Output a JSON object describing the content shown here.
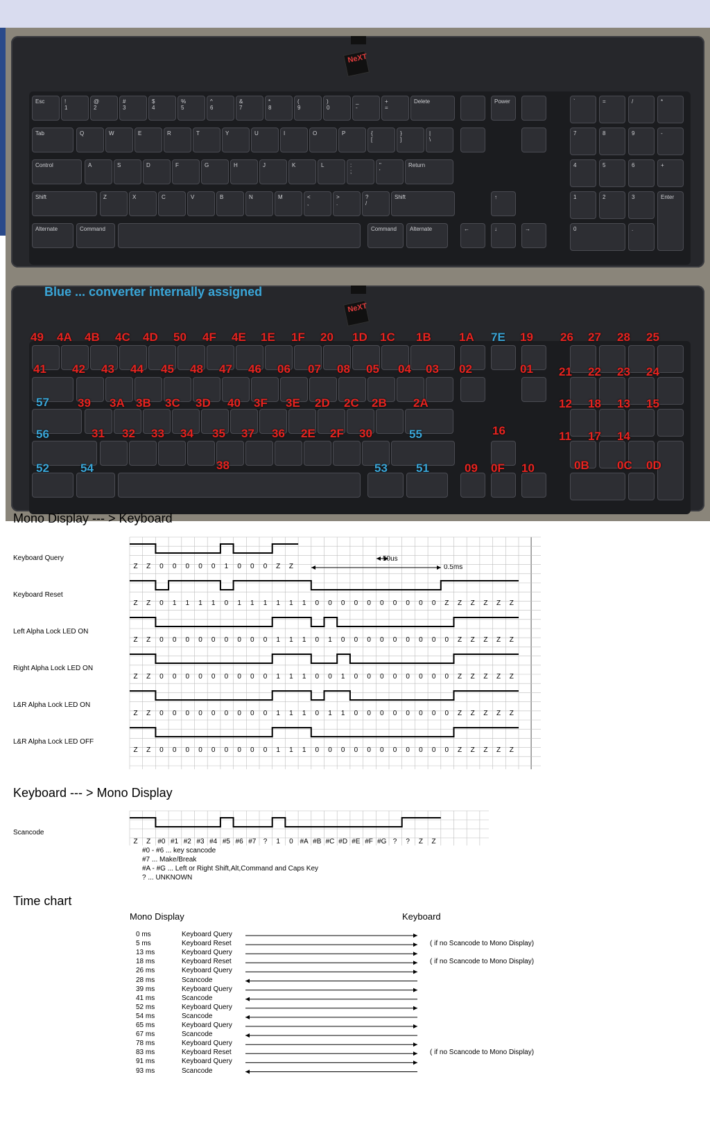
{
  "photo_top": {
    "keys": {
      "esc": "Esc",
      "tab": "Tab",
      "control": "Control",
      "shift_l": "Shift",
      "alternate_l": "Alternate",
      "command_l": "Command",
      "delete": "Delete",
      "return": "Return",
      "shift_r": "Shift",
      "command_r": "Command",
      "alternate_r": "Alternate",
      "power": "Power",
      "enter": "Enter"
    },
    "number_row": [
      "!\n1",
      "@\n2",
      "#\n3",
      "$\n4",
      "%\n5",
      "^\n6",
      "&\n7",
      "*\n8",
      "(\n9",
      ")\n0",
      "_\n-",
      "+\n="
    ],
    "row_q": [
      "Q",
      "W",
      "E",
      "R",
      "T",
      "Y",
      "U",
      "I",
      "O",
      "P",
      "{\n[",
      "}\n]",
      "|\n\\"
    ],
    "row_a": [
      "A",
      "S",
      "D",
      "F",
      "G",
      "H",
      "J",
      "K",
      "L",
      ":\n;",
      "\"\n'"
    ],
    "row_z": [
      "Z",
      "X",
      "C",
      "V",
      "B",
      "N",
      "M",
      "<\n,",
      ">\n.",
      "?\n/"
    ],
    "numpad": [
      "`",
      "=",
      "/",
      "*",
      "7",
      "8",
      "9",
      "-",
      "4",
      "5",
      "6",
      "+",
      "1",
      "2",
      "3",
      "0",
      "."
    ],
    "arrows": [
      "↑",
      "←",
      "↓",
      "→"
    ],
    "logo": "NeXT"
  },
  "photo_bottom": {
    "legend": "Blue ...  converter internally assigned",
    "red_codes": {
      "r1": [
        "49",
        "4A",
        "4B",
        "4C",
        "4D",
        "50",
        "4F",
        "4E",
        "1E",
        "1F",
        "20",
        "1D",
        "1C",
        "1B"
      ],
      "r1_mid": [
        "1A",
        "7E",
        "19"
      ],
      "r1_pad": [
        "26",
        "27",
        "28",
        "25"
      ],
      "r2": [
        "41",
        "42",
        "43",
        "44",
        "45",
        "48",
        "47",
        "46",
        "06",
        "07",
        "08",
        "05",
        "04",
        "03"
      ],
      "r2_mid": [
        "02",
        "01"
      ],
      "r2_pad": [
        "21",
        "22",
        "23",
        "24"
      ],
      "r3": [
        "39",
        "3A",
        "3B",
        "3C",
        "3D",
        "40",
        "3F",
        "3E",
        "2D",
        "2C",
        "2B",
        "2A"
      ],
      "r3_pad": [
        "12",
        "18",
        "13",
        "15"
      ],
      "r4": [
        "31",
        "32",
        "33",
        "34",
        "35",
        "37",
        "36",
        "2E",
        "2F",
        "30"
      ],
      "r4_up": "16",
      "r4_pad": [
        "11",
        "17",
        "14"
      ],
      "r5_space": "38",
      "r5_arrows": [
        "09",
        "0F",
        "10"
      ],
      "r5_pad": [
        "0B",
        "0C",
        "0D"
      ]
    },
    "blue_codes": [
      "57",
      "56",
      "55",
      "52",
      "54",
      "53",
      "51"
    ]
  },
  "section_mono_to_kbd": {
    "title": "Mono Display --- > Keyboard",
    "note_50us": "50us",
    "note_05ms": "0.5ms",
    "signals": [
      {
        "label": "Keyboard Query",
        "bits": [
          "Z",
          "Z",
          "0",
          "0",
          "0",
          "0",
          "0",
          "1",
          "0",
          "0",
          "0",
          "Z",
          "Z"
        ]
      },
      {
        "label": "Keyboard Reset",
        "bits": [
          "Z",
          "Z",
          "0",
          "1",
          "1",
          "1",
          "1",
          "0",
          "1",
          "1",
          "1",
          "1",
          "1",
          "1",
          "0",
          "0",
          "0",
          "0",
          "0",
          "0",
          "0",
          "0",
          "0",
          "0",
          "Z",
          "Z",
          "Z",
          "Z",
          "Z",
          "Z"
        ]
      },
      {
        "label": "Left Alpha Lock LED  ON",
        "bits": [
          "Z",
          "Z",
          "0",
          "0",
          "0",
          "0",
          "0",
          "0",
          "0",
          "0",
          "0",
          "1",
          "1",
          "1",
          "0",
          "1",
          "0",
          "0",
          "0",
          "0",
          "0",
          "0",
          "0",
          "0",
          "0",
          "Z",
          "Z",
          "Z",
          "Z",
          "Z"
        ]
      },
      {
        "label": "Right Alpha Lock LED  ON",
        "bits": [
          "Z",
          "Z",
          "0",
          "0",
          "0",
          "0",
          "0",
          "0",
          "0",
          "0",
          "0",
          "1",
          "1",
          "1",
          "0",
          "0",
          "1",
          "0",
          "0",
          "0",
          "0",
          "0",
          "0",
          "0",
          "0",
          "Z",
          "Z",
          "Z",
          "Z",
          "Z"
        ]
      },
      {
        "label": "L&R Alpha Lock LED  ON",
        "bits": [
          "Z",
          "Z",
          "0",
          "0",
          "0",
          "0",
          "0",
          "0",
          "0",
          "0",
          "0",
          "1",
          "1",
          "1",
          "0",
          "1",
          "1",
          "0",
          "0",
          "0",
          "0",
          "0",
          "0",
          "0",
          "0",
          "Z",
          "Z",
          "Z",
          "Z",
          "Z"
        ]
      },
      {
        "label": "L&R Alpha Lock LED  OFF",
        "bits": [
          "Z",
          "Z",
          "0",
          "0",
          "0",
          "0",
          "0",
          "0",
          "0",
          "0",
          "0",
          "1",
          "1",
          "1",
          "0",
          "0",
          "0",
          "0",
          "0",
          "0",
          "0",
          "0",
          "0",
          "0",
          "0",
          "Z",
          "Z",
          "Z",
          "Z",
          "Z"
        ]
      }
    ]
  },
  "section_kbd_to_mono": {
    "title": "Keyboard --- > Mono Display",
    "signal_label": "Scancode",
    "bits": [
      "Z",
      "Z",
      "#0",
      "#1",
      "#2",
      "#3",
      "#4",
      "#5",
      "#6",
      "#7",
      "?",
      "1",
      "0",
      "#A",
      "#B",
      "#C",
      "#D",
      "#E",
      "#F",
      "#G",
      "?",
      "?",
      "Z",
      "Z"
    ],
    "legend": [
      "#0 - #6  ... key scancode",
      "#7 ... Make/Break",
      "#A - #G  ... Left or Right Shift,Alt,Command and Caps Key",
      "? ... UNKNOWN"
    ]
  },
  "time_chart": {
    "title": "Time chart",
    "left_header": "Mono Display",
    "right_header": "Keyboard",
    "rows": [
      {
        "time": "0 ms",
        "event": "Keyboard Query",
        "dir": "right",
        "note": ""
      },
      {
        "time": "5 ms",
        "event": "Keyboard Reset",
        "dir": "right",
        "note": "( if no Scancode to Mono Display)"
      },
      {
        "time": "13 ms",
        "event": "Keyboard Query",
        "dir": "right",
        "note": ""
      },
      {
        "time": "18 ms",
        "event": "Keyboard Reset",
        "dir": "right",
        "note": "( if no Scancode to Mono Display)"
      },
      {
        "time": "26 ms",
        "event": "Keyboard Query",
        "dir": "right",
        "note": ""
      },
      {
        "time": "28 ms",
        "event": "Scancode",
        "dir": "left",
        "note": ""
      },
      {
        "time": "39 ms",
        "event": "Keyboard Query",
        "dir": "right",
        "note": ""
      },
      {
        "time": "41 ms",
        "event": "Scancode",
        "dir": "left",
        "note": ""
      },
      {
        "time": "52 ms",
        "event": "Keyboard Query",
        "dir": "right",
        "note": ""
      },
      {
        "time": "54 ms",
        "event": "Scancode",
        "dir": "left",
        "note": ""
      },
      {
        "time": "65 ms",
        "event": "Keyboard Query",
        "dir": "right",
        "note": ""
      },
      {
        "time": "67 ms",
        "event": "Scancode",
        "dir": "left",
        "note": ""
      },
      {
        "time": "78 ms",
        "event": "Keyboard Query",
        "dir": "right",
        "note": ""
      },
      {
        "time": "83 ms",
        "event": "Keyboard Reset",
        "dir": "right",
        "note": "( if no Scancode to Mono Display)"
      },
      {
        "time": "91 ms",
        "event": "Keyboard Query",
        "dir": "right",
        "note": ""
      },
      {
        "time": "93 ms",
        "event": "Scancode",
        "dir": "left",
        "note": ""
      }
    ]
  },
  "colors": {
    "red_code": "#e8231f",
    "blue_code": "#3aa6d8",
    "keyboard": "#26272b",
    "grid": "#bdbdbd"
  }
}
